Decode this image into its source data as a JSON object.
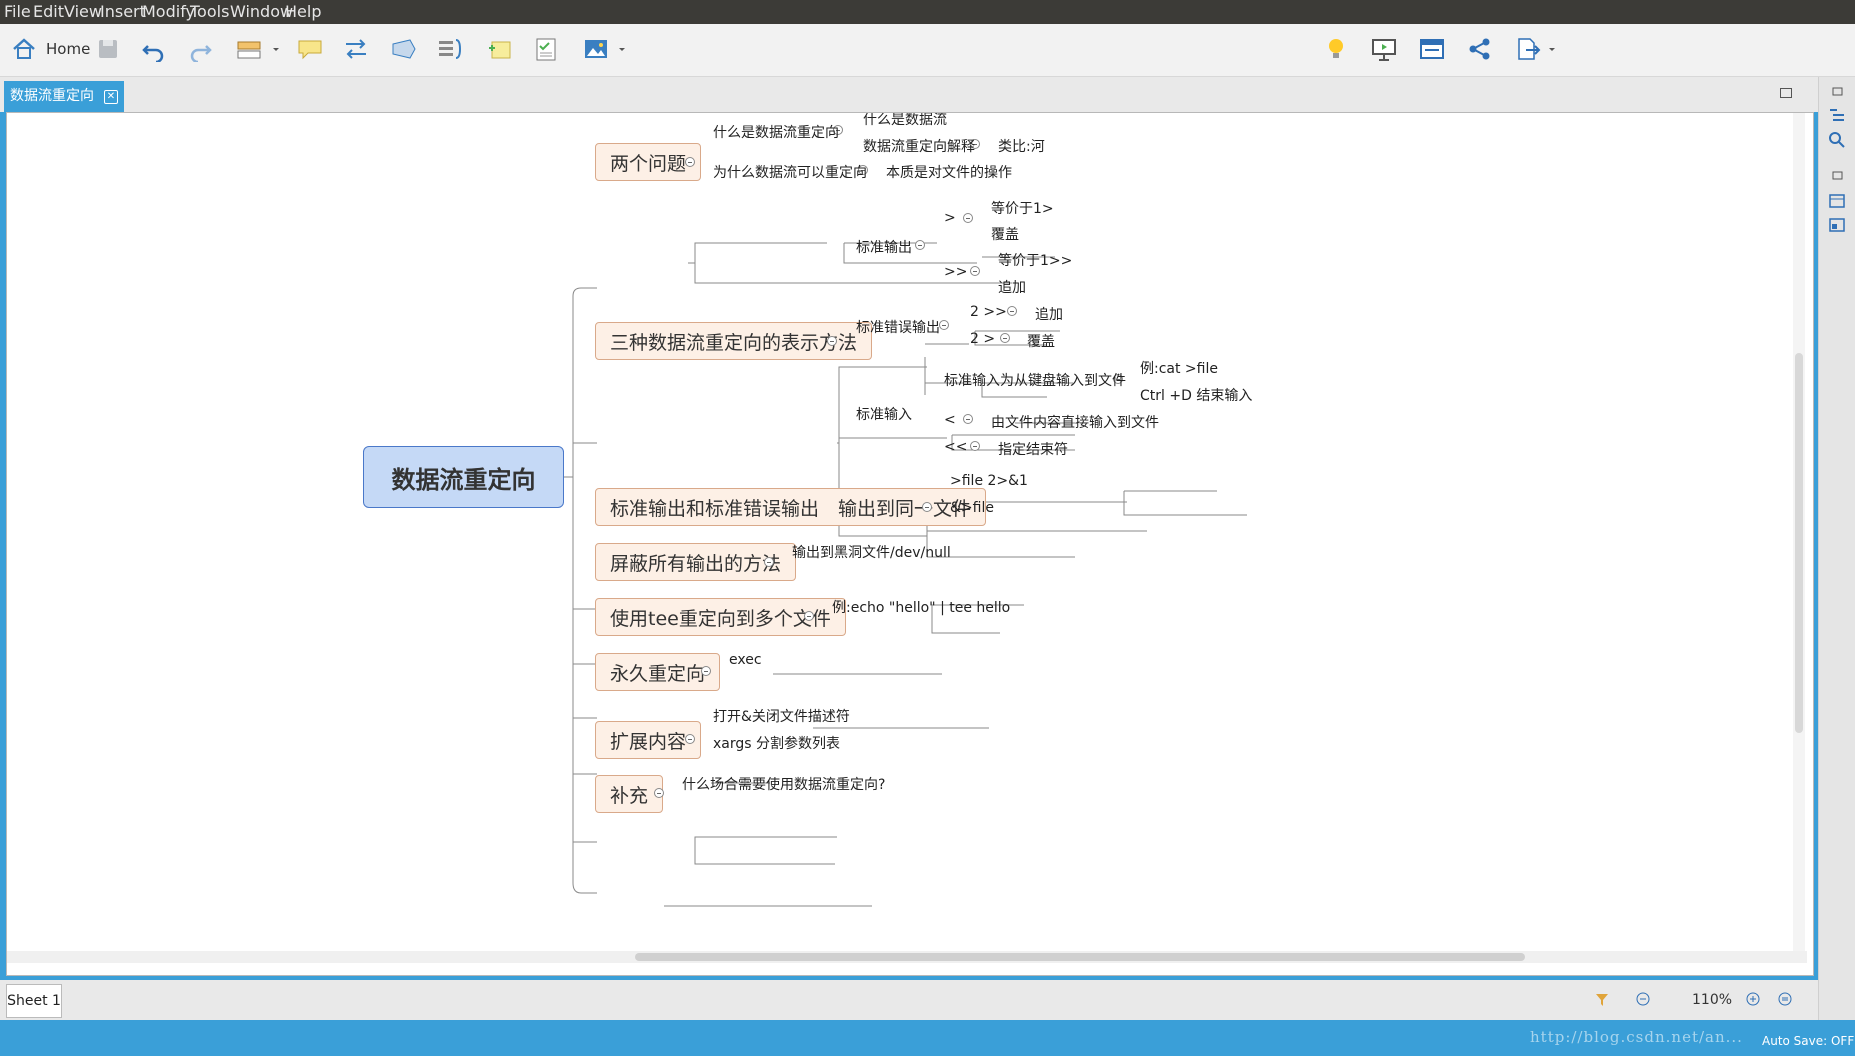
{
  "menu": [
    "File",
    "Edit",
    "View",
    "Insert",
    "Modify",
    "Tools",
    "Window",
    "Help"
  ],
  "toolbar": {
    "home_label": "Home",
    "icons": [
      "home-icon",
      "save-icon",
      "undo-icon",
      "redo-icon",
      "topic-icon",
      "callout-icon",
      "relationship-icon",
      "boundary-icon",
      "summary-icon",
      "note-icon",
      "task-icon",
      "image-icon",
      "idea-icon",
      "presentation-icon",
      "layout-icon",
      "share-icon",
      "export-icon"
    ]
  },
  "tab": {
    "label": "数据流重定向",
    "close_label": "✕"
  },
  "map": {
    "root": "数据流重定向",
    "branches": [
      "两个问题",
      "三种数据流重定向的表示方法",
      "标准输出和标准错误输出　输出到同一文件",
      "屏蔽所有输出的方法",
      "使用tee重定向到多个文件",
      "永久重定向",
      "扩展内容",
      "补充"
    ],
    "leaves": {
      "q1": "什么是数据流重定向",
      "q1a": "什么是数据流",
      "q1b": "数据流重定向解释",
      "q1b1": "类比:河",
      "q2": "为什么数据流可以重定向",
      "q2a": "本质是对文件的操作",
      "stdout": "标准输出",
      "gt": ">",
      "gt_a": "等价于1>",
      "gt_b": "覆盖",
      "gtgt": ">>",
      "gtgt_a": "等价于1>>",
      "gtgt_b": "追加",
      "stderr": "标准错误输出",
      "e2gtgt": "2 >>",
      "e2gtgt_a": "追加",
      "e2gt": "2 >",
      "e2gt_a": "覆盖",
      "stdin": "标准输入",
      "stdin_kb": "标准输入为从键盘输入到文件",
      "stdin_kb_a": "例:cat >file",
      "stdin_kb_b": "Ctrl +D 结束输入",
      "lt": "<",
      "lt_a": "由文件内容直接输入到文件",
      "ltlt": "<<",
      "ltlt_a": "指定结束符",
      "both_a": ">file 2>&1",
      "both_b": "&>file",
      "null_a": "输出到黑洞文件/dev/null",
      "tee_a": "例:echo \"hello\" | tee hello",
      "exec_a": "exec",
      "ext_a": "打开&关闭文件描述符",
      "ext_b": "xargs 分割参数列表",
      "sup_a": "什么场合需要使用数据流重定向?"
    }
  },
  "status": {
    "sheet": "Sheet 1",
    "zoom": "110%"
  },
  "footer": {
    "watermark": "http://blog.csdn.net/an...",
    "autosave": "Auto Save: OFF"
  }
}
